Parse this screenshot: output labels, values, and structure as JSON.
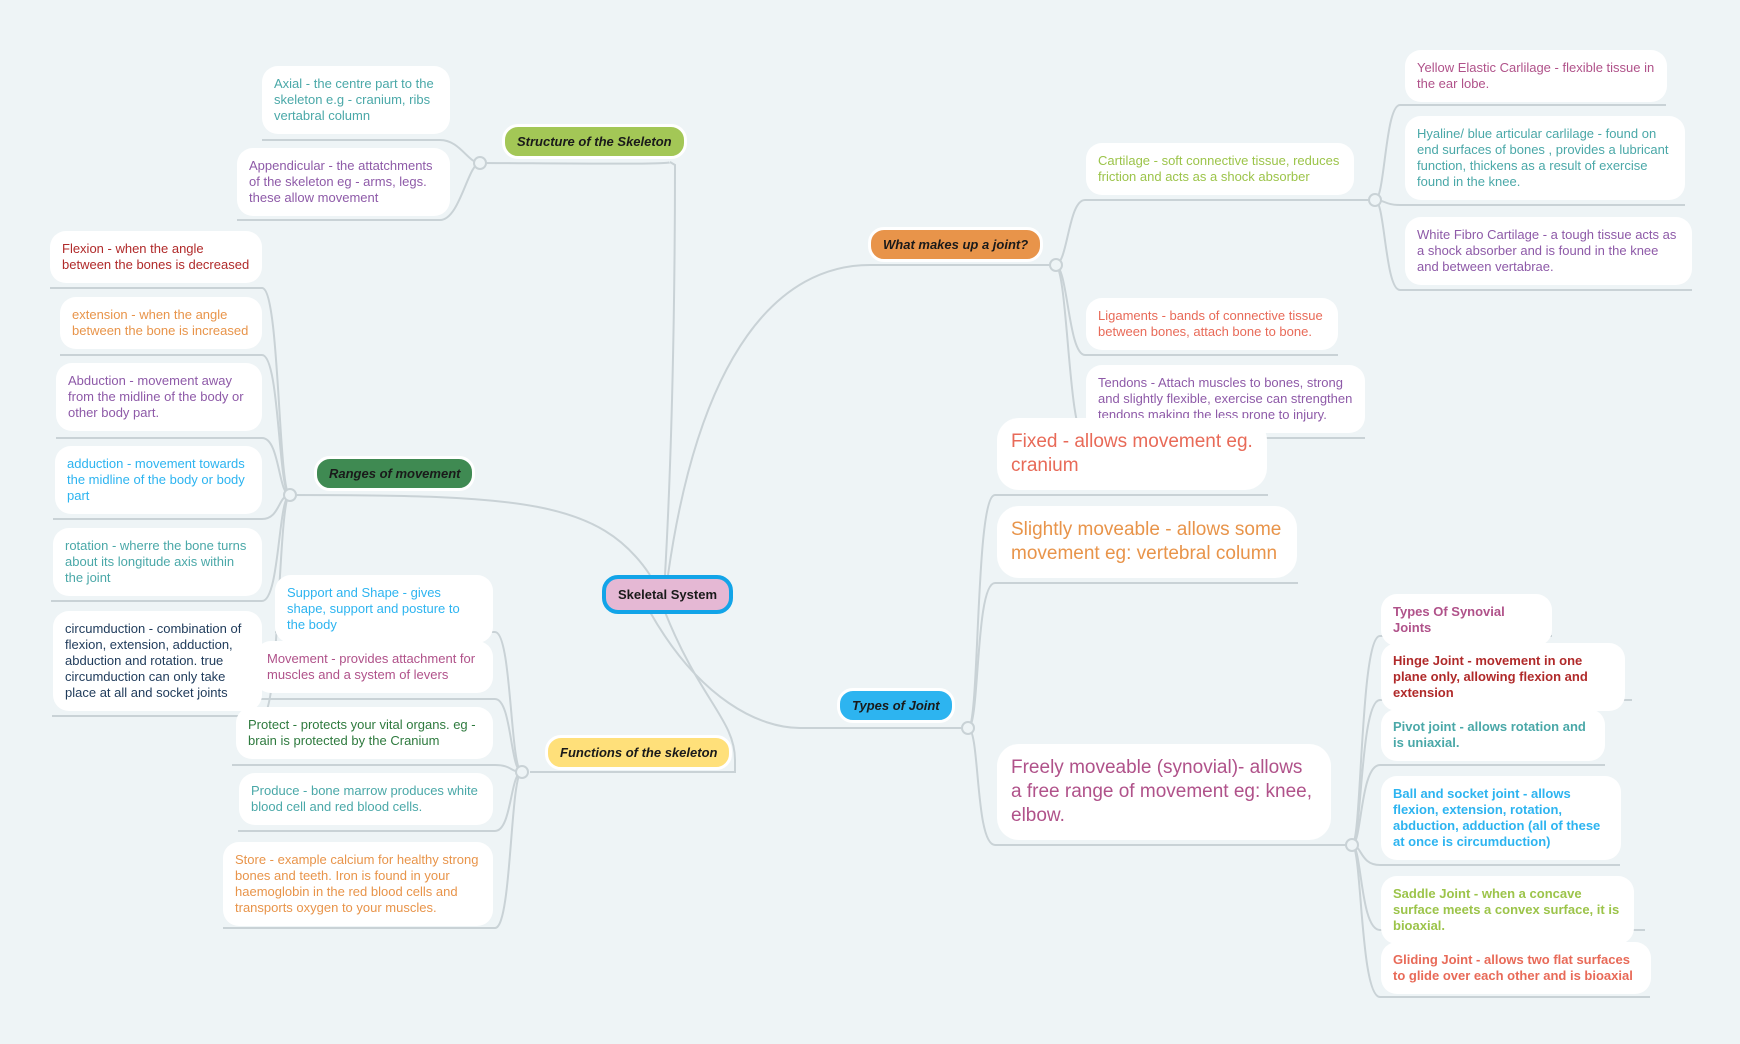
{
  "root": {
    "label": "Skeletal System"
  },
  "topics": {
    "structure": {
      "label": "Structure of the Skeleton",
      "color": "#a3c756"
    },
    "joint_makeup": {
      "label": "What makes up a joint?",
      "color": "#e8944a"
    },
    "ranges": {
      "label": "Ranges of movement",
      "color": "#3f8a52"
    },
    "types": {
      "label": "Types of Joint",
      "color": "#2db4f0"
    },
    "functions": {
      "label": "Functions of the skeleton",
      "color": "#ffe07a"
    }
  },
  "structure_items": [
    {
      "text": "Axial - the centre part to the skeleton e.g - cranium, ribs vertabral column",
      "color": "#4aa8a8"
    },
    {
      "text": "Appendicular - the attatchments of the skeleton eg - arms, legs. these allow movement",
      "color": "#8e5aa8"
    }
  ],
  "joint_items": [
    {
      "text": "Cartilage - soft connective tissue, reduces friction and acts as a shock absorber",
      "color": "#9cc44a"
    },
    {
      "text": "Ligaments - bands of connective tissue between bones, attach bone to bone.",
      "color": "#e86a58"
    },
    {
      "text": "Tendons - Attach muscles to bones, strong and slightly flexible, exercise can strengthen tendons making the less prone to injury.",
      "color": "#8e5aa8"
    }
  ],
  "cartilage_items": [
    {
      "text": "Yellow Elastic Carlilage - flexible tissue in the ear lobe.",
      "color": "#b0528a"
    },
    {
      "text": "Hyaline/ blue articular carlilage - found on end surfaces of bones , provides a lubricant function, thickens as a result of exercise found in the knee.",
      "color": "#4aa8a8"
    },
    {
      "text": "White Fibro Cartilage - a tough tissue acts as a shock absorber and is found in the knee and between vertabrae.",
      "color": "#8e5aa8"
    }
  ],
  "range_items": [
    {
      "text": "Flexion - when the angle between the bones is decreased",
      "color": "#b02a2a"
    },
    {
      "text": "extension - when the angle between the bone is increased",
      "color": "#e8944a"
    },
    {
      "text": "Abduction - movement away from the midline of the body or other body part.",
      "color": "#8e5aa8"
    },
    {
      "text": "adduction - movement towards the midline of the body or body part",
      "color": "#2db4f0"
    },
    {
      "text": "rotation - wherre the bone turns about its longitude axis within the joint",
      "color": "#4aa8a8"
    },
    {
      "text": "circumduction - combination of flexion, extension, adduction, abduction and rotation. true circumduction can only take place at all and socket joints",
      "color": "#1e3a5a"
    }
  ],
  "function_items": [
    {
      "text": "Support and Shape - gives shape, support and posture to the body",
      "color": "#2db4f0"
    },
    {
      "text": "Movement - provides attachment for muscles and a system of levers",
      "color": "#b0528a"
    },
    {
      "text": "Protect - protects your vital organs. eg - brain is protected by the Cranium",
      "color": "#2e7a3e"
    },
    {
      "text": "Produce - bone marrow produces white blood cell and red blood cells.",
      "color": "#4aa8a8"
    },
    {
      "text": "Store - example calcium for healthy strong bones and teeth. Iron is found in your haemoglobin in the red blood cells and transports oxygen to your muscles.",
      "color": "#e8944a"
    }
  ],
  "type_items": [
    {
      "text": "Fixed - allows movement eg. cranium",
      "color": "#e86a58"
    },
    {
      "text": "Slightly moveable - allows some movement eg: vertebral column",
      "color": "#e8944a"
    },
    {
      "text": "Freely moveable (synovial)- allows a free range of movement eg: knee, elbow.",
      "color": "#b0528a"
    }
  ],
  "synovial_items": [
    {
      "text": "Types Of Synovial Joints",
      "color": "#b0528a"
    },
    {
      "text": "Hinge Joint - movement in one plane only, allowing flexion and extension",
      "color": "#b02a2a"
    },
    {
      "text": "Pivot joint - allows rotation and is uniaxial.",
      "color": "#4aa8a8"
    },
    {
      "text": "Ball and socket joint - allows flexion, extension, rotation, abduction, adduction (all of these at once is circumduction)",
      "color": "#2db4f0"
    },
    {
      "text": "Saddle Joint - when a concave surface meets a convex surface, it is bioaxial.",
      "color": "#9cc44a"
    },
    {
      "text": "Gliding Joint - allows two flat surfaces to glide over each other and is bioaxial",
      "color": "#e86a58"
    }
  ]
}
